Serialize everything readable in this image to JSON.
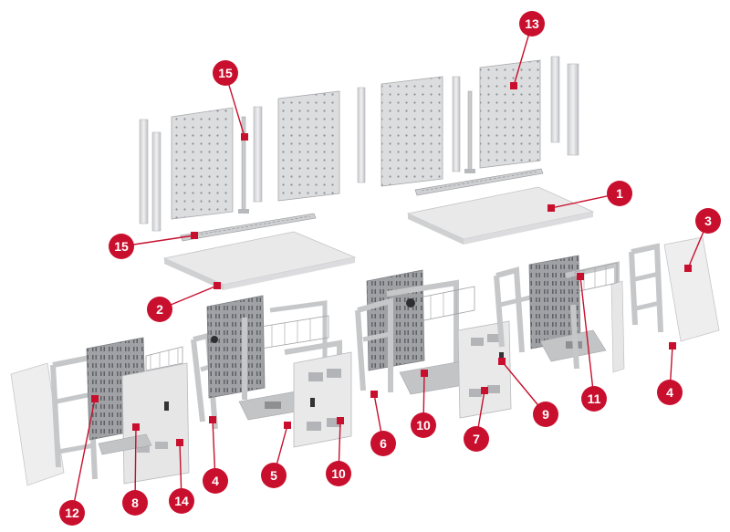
{
  "colors": {
    "callout": "#c8102e",
    "metal": "#d9dadc",
    "metal_dark": "#9a9c9f",
    "panel_dark": "#8e9094",
    "worktop": "#e6e6e7",
    "outline": "#b8b9bc"
  },
  "callouts": [
    {
      "id": "c1",
      "label": "1"
    },
    {
      "id": "c2",
      "label": "2"
    },
    {
      "id": "c3",
      "label": "3"
    },
    {
      "id": "c4a",
      "label": "4"
    },
    {
      "id": "c4b",
      "label": "4"
    },
    {
      "id": "c5",
      "label": "5"
    },
    {
      "id": "c6",
      "label": "6"
    },
    {
      "id": "c7",
      "label": "7"
    },
    {
      "id": "c8",
      "label": "8"
    },
    {
      "id": "c9",
      "label": "9"
    },
    {
      "id": "c10a",
      "label": "10"
    },
    {
      "id": "c10b",
      "label": "10"
    },
    {
      "id": "c11",
      "label": "11"
    },
    {
      "id": "c12",
      "label": "12"
    },
    {
      "id": "c13",
      "label": "13"
    },
    {
      "id": "c14",
      "label": "14"
    },
    {
      "id": "c15a",
      "label": "15"
    },
    {
      "id": "c15b",
      "label": "15"
    }
  ]
}
